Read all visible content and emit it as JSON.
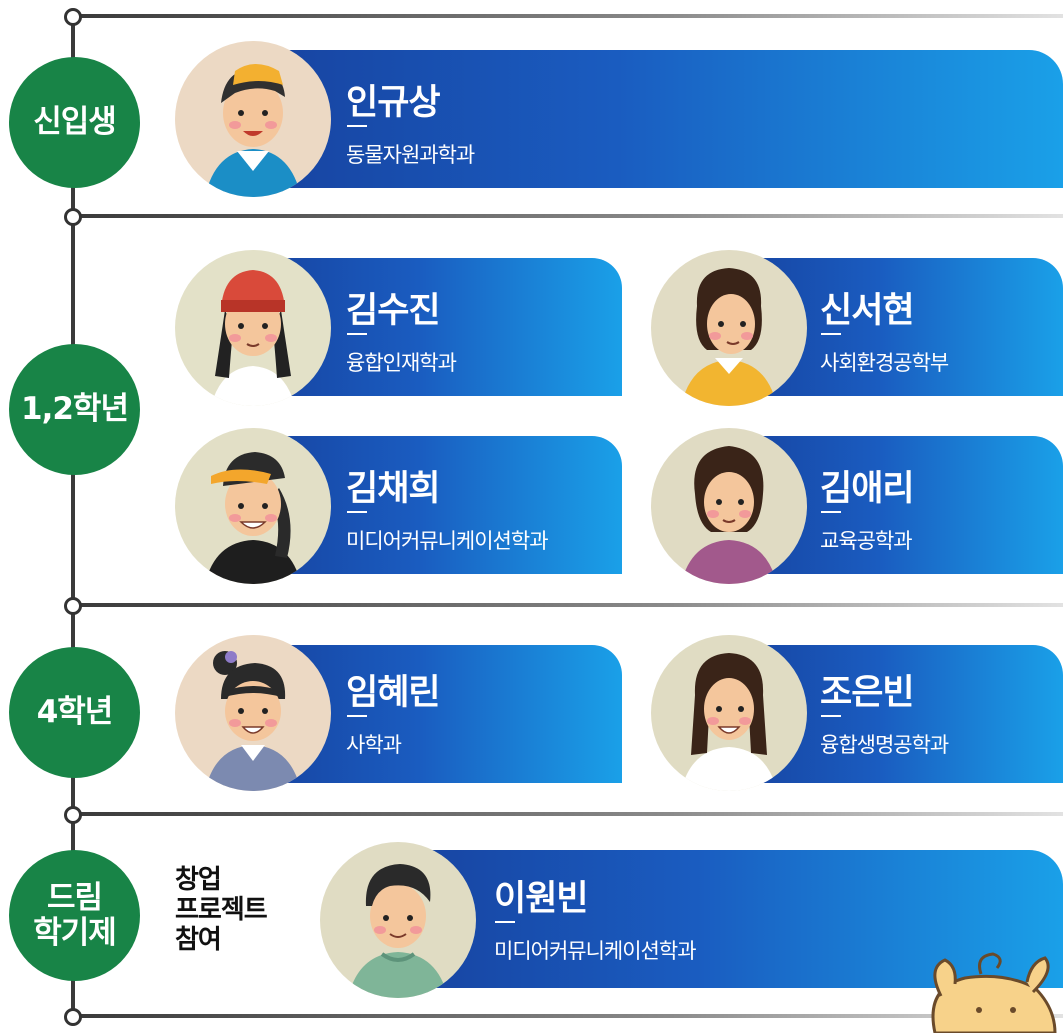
{
  "sections": [
    {
      "label": "신입생"
    },
    {
      "label": "1,2학년"
    },
    {
      "label": "4학년"
    },
    {
      "label": "드림\n학기제",
      "note": "창업\n프로젝트\n참여"
    }
  ],
  "people": [
    {
      "name": "인규상",
      "dept": "동물자원과학과"
    },
    {
      "name": "김수진",
      "dept": "융합인재학과"
    },
    {
      "name": "신서현",
      "dept": "사회환경공학부"
    },
    {
      "name": "김채희",
      "dept": "미디어커뮤니케이션학과"
    },
    {
      "name": "김애리",
      "dept": "교육공학과"
    },
    {
      "name": "임혜린",
      "dept": "사학과"
    },
    {
      "name": "조은빈",
      "dept": "융합생명공학과"
    },
    {
      "name": "이원빈",
      "dept": "미디어커뮤니케이션학과"
    }
  ],
  "colors": {
    "grade_circle": "#188447",
    "card_start": "#1743a0",
    "card_end": "#1aa0e8"
  }
}
